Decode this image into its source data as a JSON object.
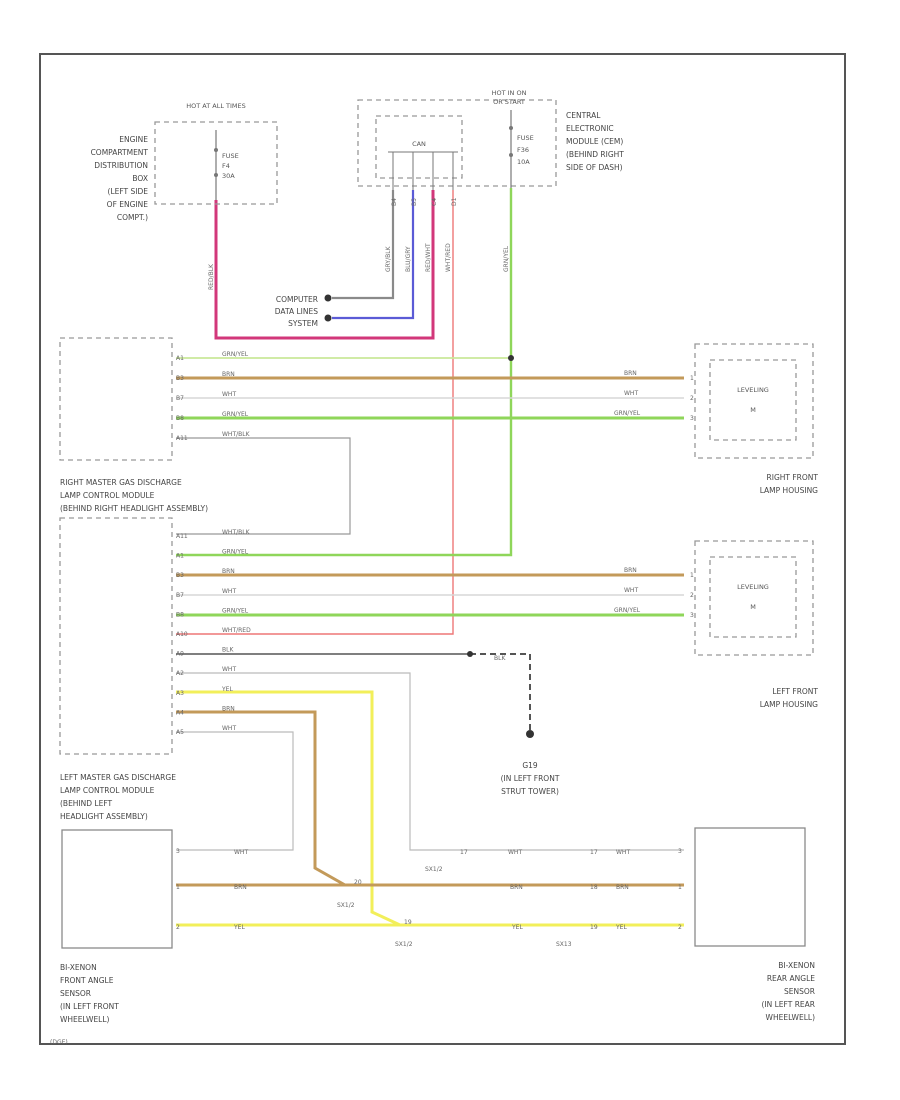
{
  "colors": {
    "pink": "#d2377a",
    "blue": "#5b5bd6",
    "gray": "#8a8a8a",
    "red": "#ee7777",
    "green": "#8fd65a",
    "brown": "#c39a5a",
    "white_wire": "#d7d7d7",
    "yellow": "#f2ef5a",
    "black": "#444444"
  },
  "fuse_left": {
    "hot": "HOT AT ALL TIMES",
    "fuse": "FUSE",
    "num": "F4",
    "amp": "30A",
    "module": [
      "ENGINE",
      "COMPARTMENT",
      "DISTRIBUTION",
      "BOX",
      "(LEFT SIDE",
      "OF ENGINE",
      "COMPT.)"
    ],
    "wire": "RED/BLK"
  },
  "fuse_right": {
    "hot": "HOT IN ON",
    "hot2": "OR START",
    "fuse": "FUSE",
    "num": "F36",
    "amp": "10A",
    "module": [
      "CENTRAL",
      "ELECTRONIC",
      "MODULE (CEM)",
      "(BEHIND RIGHT",
      "SIDE OF DASH)"
    ],
    "wire": "GRN/YEL"
  },
  "can": {
    "label": "CAN",
    "pins": [
      "B4",
      "B5",
      "C4",
      "D1"
    ],
    "wires": [
      "GRY/BLK",
      "BLU/GRY",
      "RED/WHT",
      "WHT/RED"
    ],
    "data_lines": [
      "COMPUTER",
      "DATA LINES",
      "SYSTEM"
    ]
  },
  "right_module": {
    "label": [
      "RIGHT MASTER GAS DISCHARGE",
      "LAMP CONTROL MODULE",
      "(BEHIND RIGHT HEADLIGHT ASSEMBLY)"
    ],
    "pins": [
      "A1",
      "B3",
      "B7",
      "B8",
      "A11"
    ],
    "wires": [
      "GRN/YEL",
      "BRN",
      "WHT",
      "GRN/YEL",
      "WHT/BLK"
    ]
  },
  "right_lamp": {
    "ic": "LEVELING",
    "m": "M",
    "label": [
      "RIGHT FRONT",
      "LAMP HOUSING"
    ],
    "wires": [
      "BRN",
      "WHT",
      "GRN/YEL"
    ],
    "pins": [
      "1",
      "2",
      "3"
    ]
  },
  "left_module": {
    "label": [
      "LEFT MASTER GAS DISCHARGE",
      "LAMP CONTROL MODULE",
      "(BEHIND LEFT",
      "HEADLIGHT ASSEMBLY)"
    ],
    "pins": [
      "A11",
      "A1",
      "B3",
      "B7",
      "B8",
      "A10",
      "A9",
      "A2",
      "A3",
      "A4",
      "A5"
    ],
    "wires": [
      "WHT/BLK",
      "GRN/YEL",
      "BRN",
      "WHT",
      "GRN/YEL",
      "WHT/RED",
      "BLK",
      "WHT",
      "YEL",
      "BRN",
      "WHT"
    ]
  },
  "left_lamp": {
    "ic": "LEVELING",
    "m": "M",
    "label": [
      "LEFT FRONT",
      "LAMP HOUSING"
    ],
    "wires": [
      "BRN",
      "WHT",
      "GRN/YEL"
    ],
    "pins": [
      "1",
      "2",
      "3"
    ]
  },
  "ground": {
    "wire": "BLK",
    "id": "G19",
    "label": [
      "(IN LEFT FRONT",
      "STRUT TOWER)"
    ]
  },
  "front_sensor": {
    "label": [
      "BI-XENON",
      "FRONT ANGLE",
      "SENSOR",
      "(IN LEFT FRONT",
      "WHEELWELL)"
    ],
    "pins": [
      "3",
      "1",
      "2"
    ],
    "wires": [
      "WHT",
      "BRN",
      "YEL"
    ]
  },
  "rear_sensor": {
    "label": [
      "BI-XENON",
      "REAR ANGLE",
      "SENSOR",
      "(IN LEFT REAR",
      "WHEELWELL)"
    ],
    "pins": [
      "3",
      "1",
      "2"
    ],
    "wires": [
      "WHT",
      "BRN",
      "YEL"
    ]
  },
  "connectors": {
    "c1": "SX1/2",
    "c2": "SX1/2",
    "c3": "SX1/2",
    "c4": "SX13"
  },
  "footer": "(DGE)"
}
